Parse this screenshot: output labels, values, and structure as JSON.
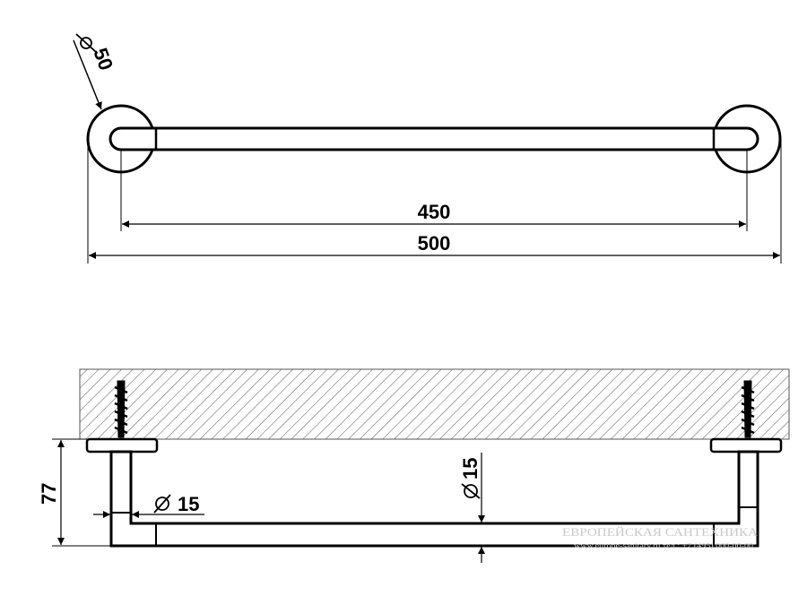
{
  "top_view": {
    "outer_diameter_label": "50",
    "inner_length_label": "450",
    "overall_length_label": "500"
  },
  "side_view": {
    "projection_label": "77",
    "post_diameter_label": "15",
    "bar_diameter_label": "15"
  },
  "watermark": {
    "line1": "ЕВРОПЕЙСКАЯ САНТЕХНИКА",
    "line2": "www.europe-sanitary.ru  тел.: +7 (495) 000-00-00"
  },
  "colors": {
    "ink": "#000000",
    "hatch": "#555555",
    "watermark": "#c9c9c9"
  }
}
